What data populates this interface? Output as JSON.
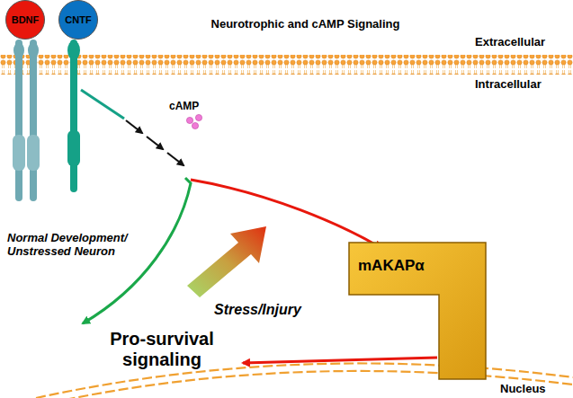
{
  "diagram": {
    "nodes": [
      {
        "text": [
          "BDNF"
        ]
      },
      {
        "text": [
          "CNTF"
        ]
      },
      {
        "text": [
          "mAKAPα"
        ]
      }
    ],
    "labels": [
      "Neurotrophic and cAMP Signaling",
      "Extracellular",
      "Intracellular",
      "cAMP",
      "Normal Development/ Unstressed Neuron",
      "Stress/Injury",
      "Pro-survival signaling",
      "Nucleus"
    ]
  }
}
